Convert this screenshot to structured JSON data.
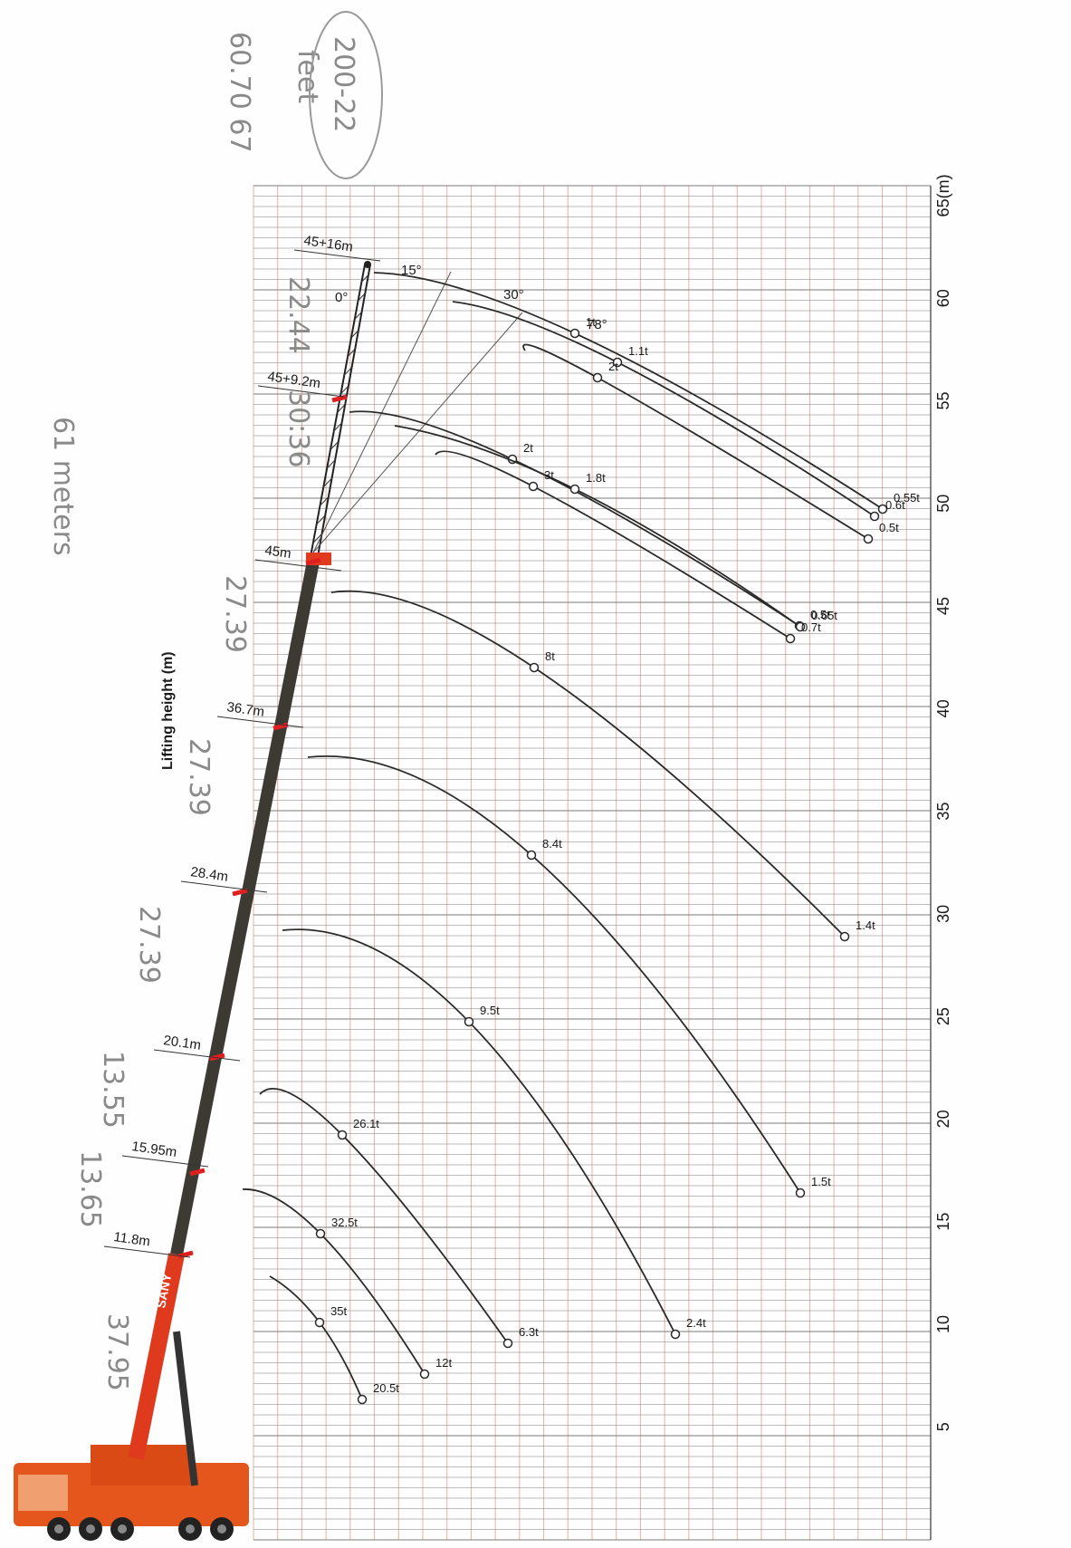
{
  "chart_data": {
    "type": "line",
    "title": "",
    "ylabel": "Lifting height (m)",
    "height_unit": "(m)",
    "height_ticks": [
      "5",
      "10",
      "15",
      "20",
      "25",
      "30",
      "35",
      "40",
      "45",
      "50",
      "55",
      "60",
      "65(m)"
    ],
    "height_range": [
      0,
      65
    ],
    "grid": true,
    "boom_lengths": [
      "11.8m",
      "15.95m",
      "20.1m",
      "28.4m",
      "36.7m",
      "45m",
      "45+9.2m",
      "45+16m"
    ],
    "jib_angles": [
      "0°",
      "15°",
      "30°",
      "78°"
    ],
    "series": [
      {
        "start": [
          13.1,
          0
        ],
        "loads": [
          {
            "label": "35t",
            "h": 10.6
          },
          {
            "label": "20.5t",
            "h": 7.1
          }
        ]
      },
      {
        "start": [
          17.1,
          0
        ],
        "loads": [
          {
            "label": "32.5t",
            "h": 15.0
          },
          {
            "label": "12t",
            "h": 8.2
          }
        ]
      },
      {
        "start": [
          21.3,
          0
        ],
        "loads": [
          {
            "label": "26.1t",
            "h": 19.7
          },
          {
            "label": "6.3t",
            "h": 9.7
          }
        ]
      },
      {
        "start": [
          29.3,
          0
        ],
        "loads": [
          {
            "label": "9.5t",
            "h": 25.4
          },
          {
            "label": "2.4t",
            "h": 10.2
          }
        ]
      },
      {
        "start": [
          37.6,
          0
        ],
        "loads": [
          {
            "label": "8.4t",
            "h": 33.4
          },
          {
            "label": "1.5t",
            "h": 16.9
          }
        ]
      },
      {
        "start": [
          45.8,
          0
        ],
        "loads": [
          {
            "label": "8t",
            "h": 42.3
          },
          {
            "label": "1.4t",
            "h": 29.2
          }
        ]
      },
      {
        "start": [
          53.8,
          0
        ],
        "loads": [
          {
            "label": "2t",
            "h": 52.3
          },
          {
            "label": "0.5t",
            "h": 44.2
          }
        ]
      },
      {
        "start": [
          53.1,
          0
        ],
        "loads": [
          {
            "label": "1.8t",
            "h": 50.9
          },
          {
            "label": "0.65t",
            "h": 44.0
          }
        ]
      },
      {
        "start": [
          52.5,
          0
        ],
        "loads": [
          {
            "label": "3t",
            "h": 51.0
          },
          {
            "label": "0.7t",
            "h": 43.6
          }
        ]
      },
      {
        "start": [
          61.1,
          0
        ],
        "loads": [
          {
            "label": "1t",
            "h": 58.2
          },
          {
            "label": "0.55t",
            "h": 49.8
          }
        ]
      },
      {
        "start": [
          59.5,
          0
        ],
        "loads": [
          {
            "label": "1.1t",
            "h": 57.2
          },
          {
            "label": "0.6t",
            "h": 49.4
          }
        ]
      },
      {
        "start": [
          57.3,
          0
        ],
        "loads": [
          {
            "label": "2t",
            "h": 56.3
          },
          {
            "label": "0.5t",
            "h": 48.4
          }
        ]
      }
    ],
    "brand": "SANY"
  },
  "handwriting": [
    "200-22",
    "feet",
    "60.70 67",
    "22.44",
    "30:36",
    "61 meters",
    "27.39",
    "27.39",
    "27.39",
    "13.55",
    "13.65",
    "37.95"
  ]
}
